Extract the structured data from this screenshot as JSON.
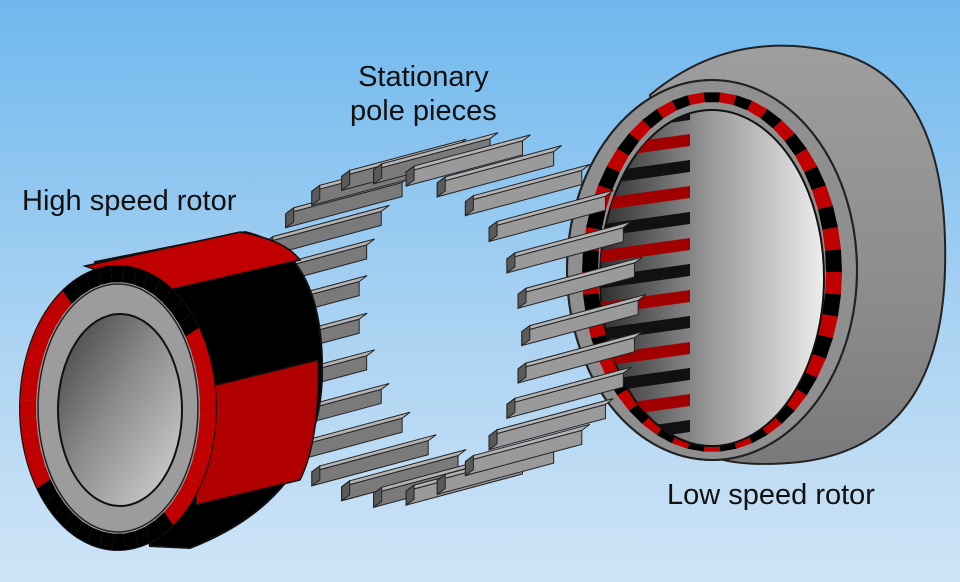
{
  "labels": {
    "high_speed_rotor": "High speed rotor",
    "pole_pieces_line1": "Stationary",
    "pole_pieces_line2": "pole pieces",
    "low_speed_rotor": "Low speed rotor"
  },
  "colors": {
    "sky_top": "#6fb8ee",
    "sky_bottom": "#cfe4f6",
    "magnet_red": "#c00000",
    "magnet_black": "#000000",
    "steel_gray": "#9a9a9a",
    "bar_light": "#b4b4b4",
    "bar_dark": "#5a5a5a"
  },
  "components": [
    {
      "name": "High speed rotor",
      "pole_pairs": 2
    },
    {
      "name": "Stationary pole pieces",
      "count": 27
    },
    {
      "name": "Low speed rotor",
      "magnet_segments": 50
    }
  ]
}
